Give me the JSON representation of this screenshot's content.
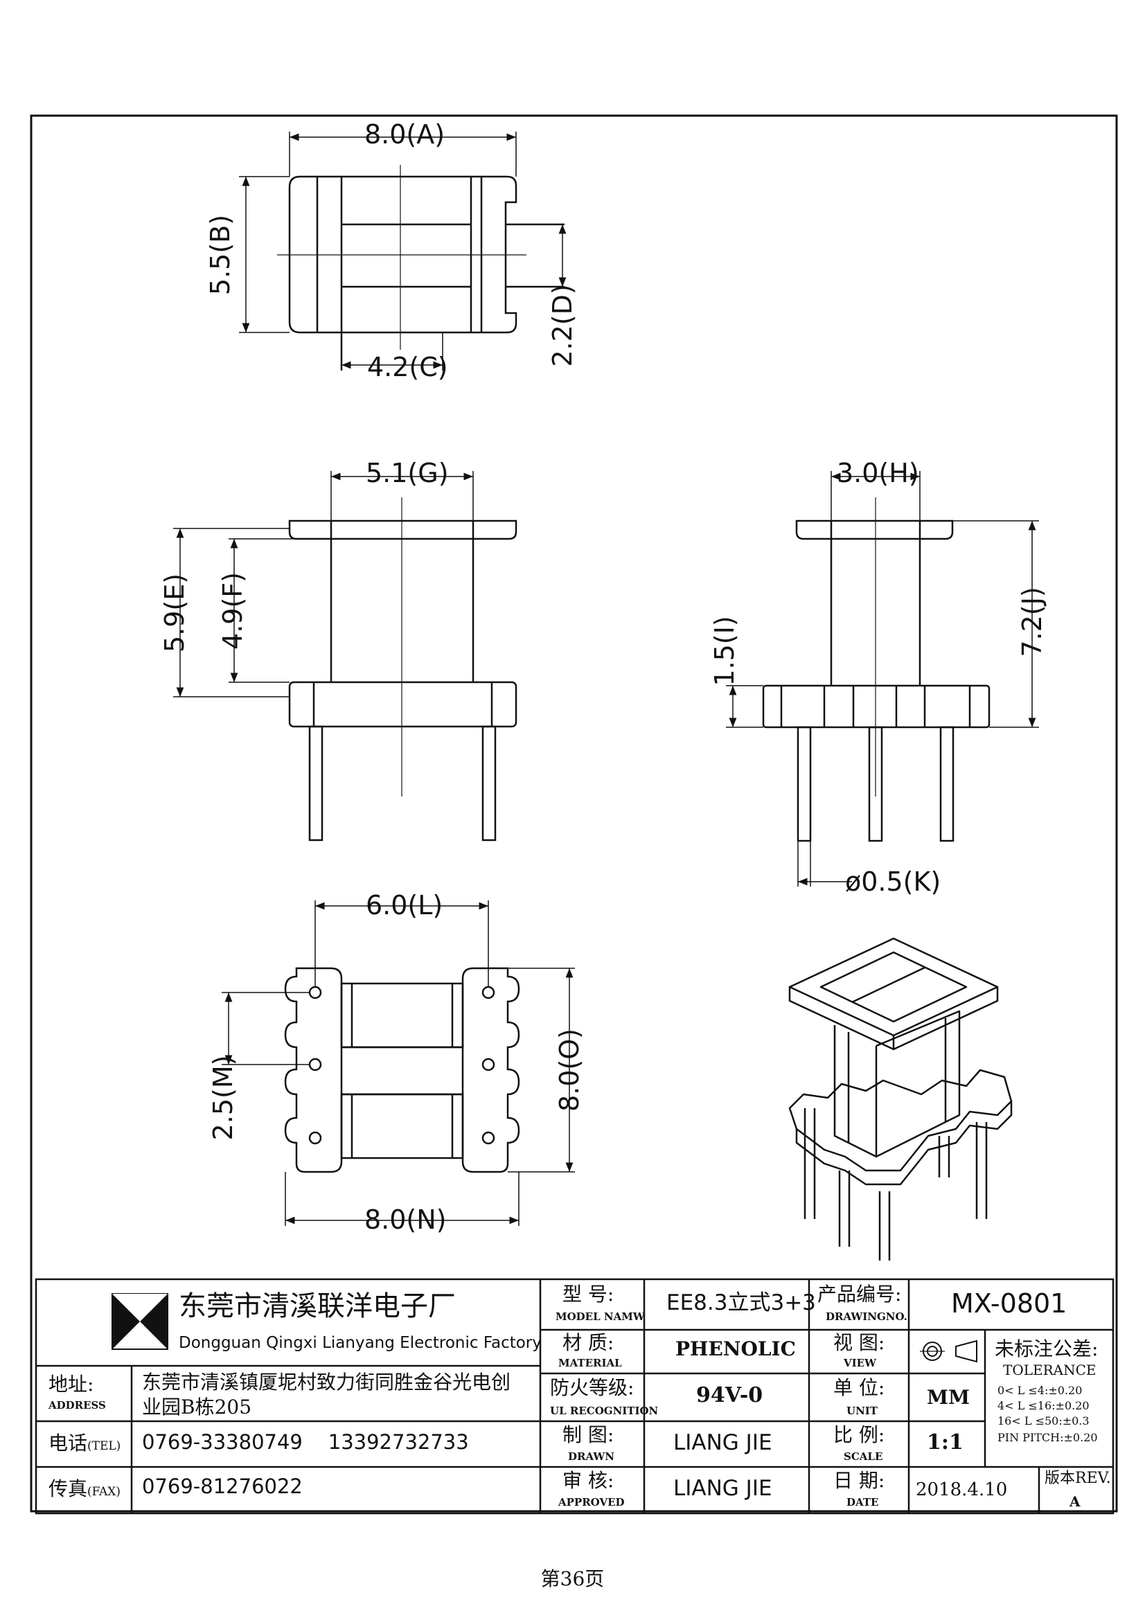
{
  "dimensions": {
    "A": "8.0(A)",
    "B": "5.5(B)",
    "C": "4.2(C)",
    "D": "2.2(D)",
    "G": "5.1(G)",
    "E": "5.9(E)",
    "F": "4.9(F)",
    "H": "3.0(H)",
    "J": "7.2(J)",
    "I": "1.5(I)",
    "K": "ø0.5(K)",
    "L": "6.0(L)",
    "M": "2.5(M)",
    "O": "8.0(O)",
    "N": "8.0(N)"
  },
  "title_block": {
    "company_cn": "东莞市清溪联洋电子厂",
    "company_en": "Dongguan Qingxi Lianyang Electronic Factory",
    "address_label": "地址:",
    "address_label_en": "ADDRESS",
    "address_line1": "东莞市清溪镇厦坭村致力街同胜金谷光电创",
    "address_line2": "业园B栋205",
    "tel_label": "电话",
    "tel_label_en": "(TEL)",
    "tel_value": "0769-33380749    13392732733",
    "fax_label": "传真",
    "fax_label_en": "(FAX)",
    "fax_value": "0769-81276022",
    "model_label": "型 号:",
    "model_label_en": "MODEL NAMW",
    "model_value": "EE8.3立式3+3",
    "drawing_no_label": "产品编号:",
    "drawing_no_label_en": "DRAWINGNO.",
    "drawing_no_value": "MX-0801",
    "material_label": "材 质:",
    "material_label_en": "MATERIAL",
    "material_value": "PHENOLIC",
    "view_label": "视 图:",
    "view_label_en": "VIEW",
    "tolerance_label": "未标注公差:",
    "tolerance_label_en": "TOLERANCE",
    "tolerance_lines": [
      "0< L ≤4:±0.20",
      "4< L ≤16:±0.20",
      "16< L ≤50:±0.3",
      "PIN PITCH:±0.20"
    ],
    "ul_label": "防火等级:",
    "ul_label_en": "UL RECOGNITION",
    "ul_value": "94V-0",
    "unit_label": "单 位:",
    "unit_label_en": "UNIT",
    "unit_value": "MM",
    "drawn_label": "制 图:",
    "drawn_label_en": "DRAWN",
    "drawn_value": "LIANG JIE",
    "scale_label": "比 例:",
    "scale_label_en": "SCALE",
    "scale_value": "1:1",
    "approved_label": "审 核:",
    "approved_label_en": "APPROVED",
    "approved_value": "LIANG JIE",
    "date_label": "日 期:",
    "date_label_en": "DATE",
    "date_value": "2018.4.10",
    "rev_label": "版本REV.",
    "rev_value": "A"
  },
  "page_number": "第36页"
}
